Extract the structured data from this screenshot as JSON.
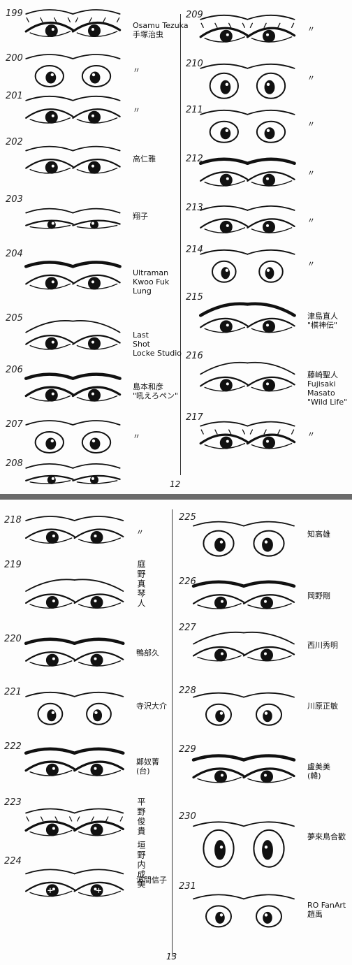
{
  "pages": [
    {
      "page_number": "12",
      "left": [
        {
          "num": "199",
          "credit": "Osamu Tezuka\n手塚治虫"
        },
        {
          "num": "200",
          "credit": "〃"
        },
        {
          "num": "201",
          "credit": "〃"
        },
        {
          "num": "202",
          "credit": "高仁雅"
        },
        {
          "num": "203",
          "credit": "翔子"
        },
        {
          "num": "204",
          "credit": "Ultraman\nKwoo Fuk\nLung"
        },
        {
          "num": "205",
          "credit": "Last\nShot\nLocke Studio"
        },
        {
          "num": "206",
          "credit": "島本和彦\n\"吼えろペン\""
        },
        {
          "num": "207",
          "credit": "〃"
        },
        {
          "num": "208",
          "credit": ""
        }
      ],
      "right": [
        {
          "num": "209",
          "credit": "〃"
        },
        {
          "num": "210",
          "credit": "〃"
        },
        {
          "num": "211",
          "credit": "〃"
        },
        {
          "num": "212",
          "credit": "〃"
        },
        {
          "num": "213",
          "credit": "〃"
        },
        {
          "num": "214",
          "credit": "〃"
        },
        {
          "num": "215",
          "credit": "津島直人\n\"棋神伝\""
        },
        {
          "num": "216",
          "credit": "藤崎聖人\nFujisaki\nMasato\n\"Wild Life\""
        },
        {
          "num": "217",
          "credit": "〃"
        }
      ]
    },
    {
      "page_number": "13",
      "left": [
        {
          "num": "218",
          "credit": "〃"
        },
        {
          "num": "219",
          "credit": "庭野真琴人"
        },
        {
          "num": "220",
          "credit": "鴨部久"
        },
        {
          "num": "221",
          "credit": "寺沢大介"
        },
        {
          "num": "222",
          "credit": "鄭奴菁\n(台)"
        },
        {
          "num": "223",
          "credit": "平野俊貴\n垣野内成美"
        },
        {
          "num": "224",
          "credit": "波間信子"
        }
      ],
      "right": [
        {
          "num": "225",
          "credit": "知高雄"
        },
        {
          "num": "226",
          "credit": "岡野剛"
        },
        {
          "num": "227",
          "credit": "西川秀明"
        },
        {
          "num": "228",
          "credit": "川原正敏"
        },
        {
          "num": "229",
          "credit": "盧美美\n(韓)"
        },
        {
          "num": "230",
          "credit": "夢來鳥合歡"
        },
        {
          "num": "231",
          "credit": "RO FanArt\n趙禹"
        }
      ]
    }
  ]
}
